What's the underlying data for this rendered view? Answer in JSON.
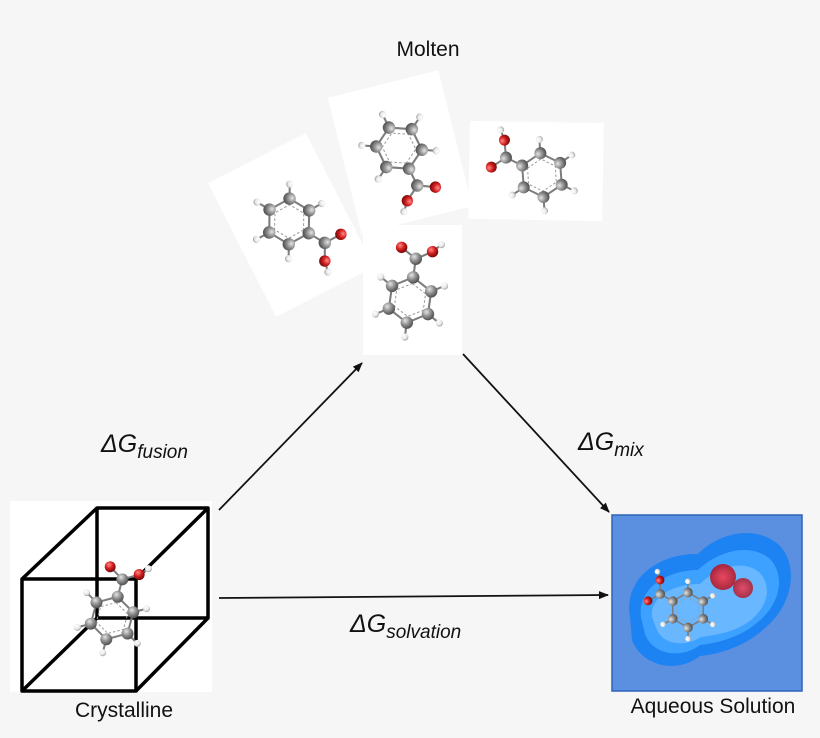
{
  "labels": {
    "molten": "Molten",
    "crystalline": "Crystalline",
    "aqueous": "Aqueous Solution"
  },
  "transitions": {
    "fusion": {
      "symbol": "ΔG",
      "subscript": "fusion"
    },
    "mix": {
      "symbol": "ΔG",
      "subscript": "mix"
    },
    "solvation": {
      "symbol": "ΔG",
      "subscript": "solvation"
    }
  },
  "colors": {
    "carbon": "#8a8a8a",
    "oxygen": "#cc1f1f",
    "hydrogen": "#ececec",
    "bond": "#7d7d7d",
    "solution_bg": "#5b8fe0",
    "solution_border": "#2f63b8",
    "surface_outer": "#1d82f2",
    "surface_inner": "#4ab0ff",
    "arrow": "#111111",
    "crystal_frame": "#000000"
  },
  "molecule": "benzoic-acid"
}
